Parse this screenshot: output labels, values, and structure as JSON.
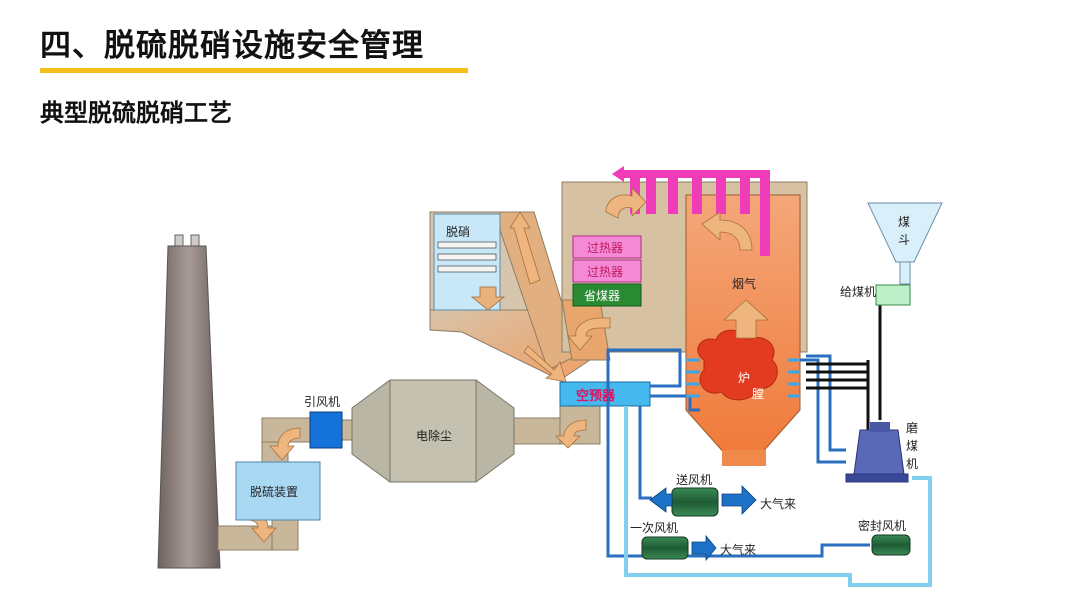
{
  "header": {
    "title": "四、脱硫脱硝设施安全管理",
    "subtitle": "典型脱硫脱硝工艺"
  },
  "colors": {
    "accent": "#f5bf1b",
    "flue_gas": "#e8a96a",
    "furnace": "#f27a3a",
    "air_duct": "#3aa6e6",
    "box": "#b7b19c"
  },
  "diagram": {
    "denitrification": "脱硝",
    "superheater_1": "过热器",
    "superheater_2": "过热器",
    "economizer": "省煤器",
    "flue_gas": "烟气",
    "furnace": "炉",
    "furnace_2": "膛",
    "coal_hopper_1": "煤",
    "coal_hopper_2": "斗",
    "coal_feeder": "给煤机",
    "coal_mill_1": "磨",
    "coal_mill_2": "煤",
    "coal_mill_3": "机",
    "air_preheater": "空预器",
    "precipitator": "电除尘",
    "induced_fan": "引风机",
    "desulfurization": "脱硫装置",
    "forced_fan": "送风机",
    "air_in_1": "大气来",
    "primary_fan": "一次风机",
    "air_in_2": "大气来",
    "seal_fan": "密封风机"
  }
}
